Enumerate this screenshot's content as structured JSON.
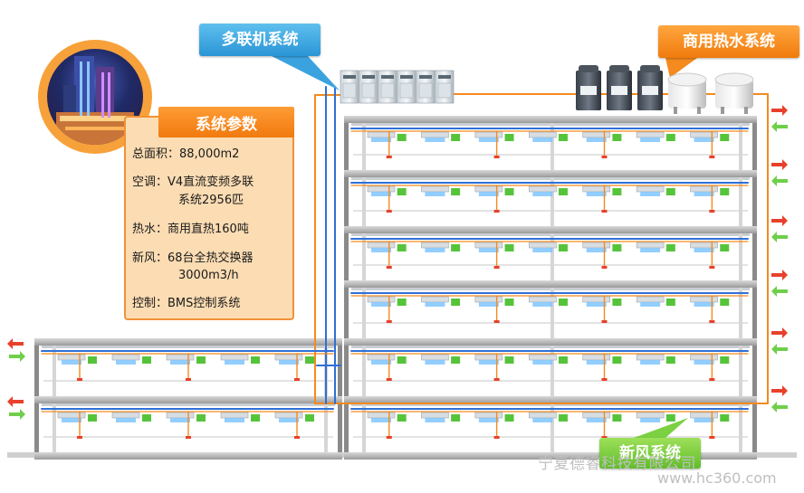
{
  "header": {
    "title_partial": ""
  },
  "callouts": {
    "vrf": "多联机系统",
    "hot_water": "商用热水系统",
    "fresh_air": "新风系统"
  },
  "params": {
    "title": "系统参数",
    "area": "总面积：88,000m2",
    "ac_line1": "空调：V4直流变频多联",
    "ac_line2": "系统2956匹",
    "hot_water": "热水：商用直热160吨",
    "fresh_air_line1": "新风：68台全热交换器",
    "fresh_air_line2": "3000m3/h",
    "control": "控制：BMS控制系统"
  },
  "watermark": {
    "company": "宁夏德睿科技有限公司",
    "url": "www.hc360.com"
  },
  "colors": {
    "orange": "#f58a1f",
    "blue": "#2f6fd6",
    "green": "#56c43a",
    "arrow_red": "#e8412b",
    "arrow_green": "#6fcf4a",
    "wall": "#8a8a8a",
    "slab": "#b5b5b5"
  }
}
